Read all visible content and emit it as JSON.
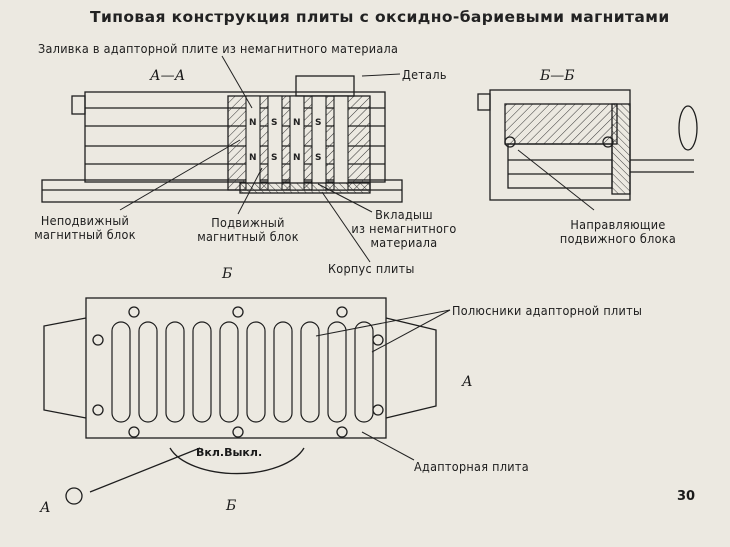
{
  "title": "Типовая конструкция плиты с оксидно-бариевыми магнитами",
  "page_number": "30",
  "labels": {
    "fill_adapter": "Заливка в адапторной плите из немагнитного материала",
    "part": "Деталь",
    "fixed_block_1": "Неподвижный",
    "fixed_block_2": "магнитный блок",
    "moving_block_1": "Подвижный",
    "moving_block_2": "магнитный блок",
    "insert_1": "Вкладыш",
    "insert_2": "из немагнитного",
    "insert_3": "материала",
    "body": "Корпус плиты",
    "guides_1": "Направляющие",
    "guides_2": "подвижного блока",
    "poles": "Полюсники адапторной плиты",
    "adapter_plate": "Адапторная плита",
    "switch": "Вкл.Выкл."
  },
  "sections": {
    "aa": "А—А",
    "bb": "Б—Б",
    "b_mark": "Б",
    "a_mark": "А"
  },
  "pole_letters": [
    "N",
    "S",
    "N",
    "S",
    "N",
    "S",
    "N",
    "S"
  ]
}
